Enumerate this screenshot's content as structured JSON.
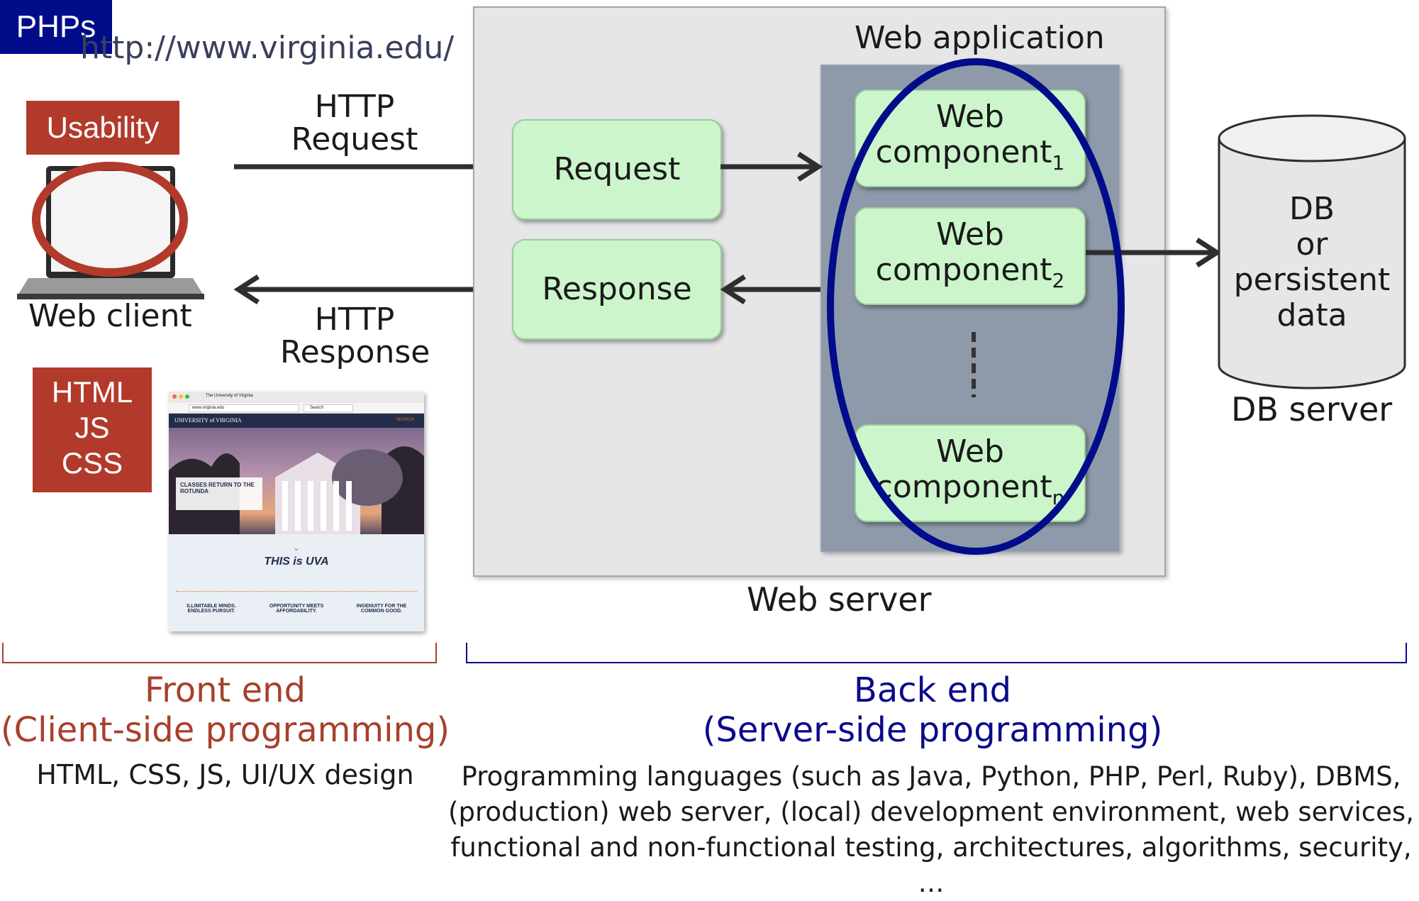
{
  "client": {
    "url": "http://www.virginia.edu/",
    "usability_tag": "Usability",
    "label": "Web client",
    "tech_tag_lines": [
      "HTML",
      "JS",
      "CSS"
    ]
  },
  "http": {
    "request_lines": [
      "HTTP",
      "Request"
    ],
    "response_lines": [
      "HTTP",
      "Response"
    ]
  },
  "server": {
    "web_app_title": "Web application",
    "request_box": "Request",
    "response_box": "Response",
    "component_word": "Web",
    "component_label": "component",
    "component_subs": [
      "1",
      "2",
      "n"
    ],
    "phps_tag": "PHPs",
    "label": "Web server"
  },
  "db": {
    "lines": [
      "DB",
      "or",
      "persistent",
      "data"
    ],
    "label": "DB server"
  },
  "browser_preview": {
    "tab_title": "The University of Virginia",
    "address": "www.virginia.edu",
    "search": "Search",
    "brand": "UNIVERSITY of VIRGINIA",
    "search_link": "SEARCH",
    "headline": "CLASSES RETURN TO THE ROTUNDA",
    "tagline": "THIS is UVA",
    "columns": [
      "ILLIMITABLE MINDS. ENDLESS PURSUIT.",
      "OPPORTUNITY MEETS AFFORDABILITY.",
      "INGENUITY FOR THE COMMON GOOD."
    ]
  },
  "front_end": {
    "title": "Front end",
    "subtitle": "(Client-side programming)",
    "description": "HTML, CSS, JS, UI/UX design"
  },
  "back_end": {
    "title": "Back end",
    "subtitle": "(Server-side programming)",
    "description": "Programming languages (such as Java, Python, PHP, Perl, Ruby), DBMS, (production) web server, (local) development environment, web services, functional and non-functional testing, architectures, algorithms, security, …"
  },
  "colors": {
    "front_end": "#a8402b",
    "back_end": "#0a0a8a",
    "tag_red": "#b23a2b",
    "box_green": "#ccf5cc",
    "ellipse_blue": "#000c8a"
  }
}
